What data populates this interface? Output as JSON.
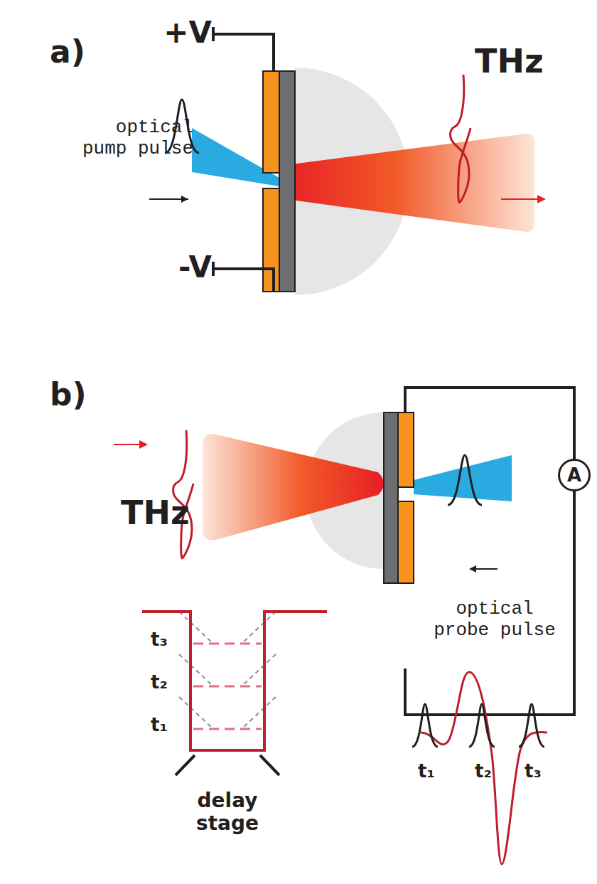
{
  "diagram": {
    "nodes": [
      {
        "text": [
          "A"
        ]
      }
    ],
    "labels": [
      "a)",
      "+V",
      "-V",
      "optical pump pulse",
      "THz",
      "b)",
      "THz",
      "optical probe pulse",
      "t₃",
      "t₂",
      "t₁",
      "delay stage",
      "t₁",
      "t₂",
      "t₃"
    ]
  }
}
